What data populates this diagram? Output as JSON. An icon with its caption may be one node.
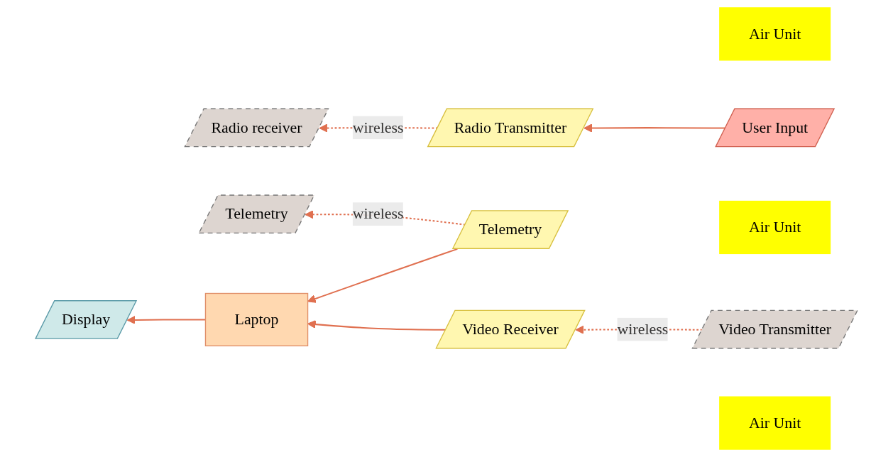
{
  "diagram": {
    "nodes": [
      {
        "text": [
          "Air Unit"
        ]
      },
      {
        "text": [
          "Radio receiver"
        ]
      },
      {
        "text": [
          "Radio Transmitter"
        ]
      },
      {
        "text": [
          "User Input"
        ]
      },
      {
        "text": [
          "Air Unit"
        ]
      },
      {
        "text": [
          "Video Transmitter"
        ]
      },
      {
        "text": [
          "Video Receiver"
        ]
      },
      {
        "text": [
          "Display"
        ]
      },
      {
        "text": [
          "Air Unit"
        ]
      },
      {
        "text": [
          "Telemetry"
        ]
      },
      {
        "text": [
          "Telemetry"
        ]
      },
      {
        "text": [
          "Laptop"
        ]
      }
    ],
    "edges": [
      {
        "from": 3,
        "to": 2,
        "arrow": "to"
      },
      {
        "from": 2,
        "to": 1,
        "arrow": "to",
        "label": "wireless",
        "style": "dashed"
      },
      {
        "from": 5,
        "to": 6,
        "arrow": "to",
        "label": "wireless",
        "style": "dashed"
      },
      {
        "from": 10,
        "to": 9,
        "arrow": "to",
        "label": "wireless",
        "style": "dashed"
      },
      {
        "from": 6,
        "to": 11,
        "arrow": "to"
      },
      {
        "from": 10,
        "to": 11,
        "arrow": "to"
      },
      {
        "from": 11,
        "to": 7,
        "arrow": "to"
      }
    ]
  }
}
